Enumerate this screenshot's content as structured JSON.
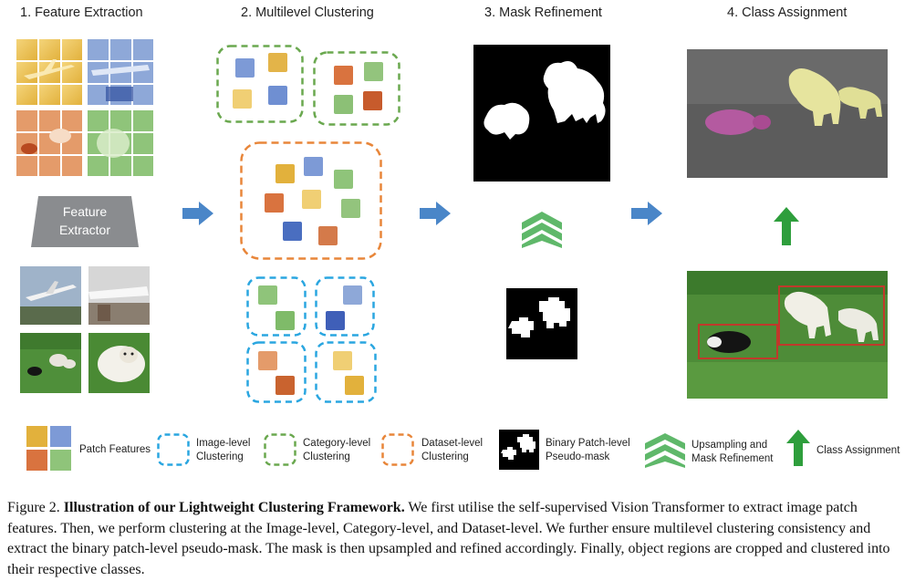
{
  "steps": {
    "s1": "1. Feature Extraction",
    "s2": "2. Multilevel Clustering",
    "s3": "3. Mask Refinement",
    "s4": "4. Class Assignment"
  },
  "extractor": {
    "line1": "Feature",
    "line2": "Extractor"
  },
  "legend": {
    "patch_features": "Patch Features",
    "image_level_1": "Image-level",
    "image_level_2": "Clustering",
    "category_level_1": "Category-level",
    "category_level_2": "Clustering",
    "dataset_level_1": "Dataset-level",
    "dataset_level_2": "Clustering",
    "binary_mask_1": "Binary Patch-level",
    "binary_mask_2": "Pseudo-mask",
    "upsampling_1": "Upsampling and",
    "upsampling_2": "Mask Refinement",
    "class_assignment": "Class Assignment"
  },
  "caption": {
    "figure_label": "Figure 2.",
    "title": "Illustration of our Lightweight Clustering Framework.",
    "body": " We first utilise the self-supervised Vision Transformer to extract image patch features. Then, we perform clustering at the Image-level, Category-level, and Dataset-level. We further ensure multilevel clustering consistency and extract the binary patch-level pseudo-mask. The mask is then upsampled and refined accordingly. Finally, object regions are cropped and clustered into their respective classes."
  },
  "colors": {
    "image_level": "#2aa6e0",
    "category_level": "#6aa84f",
    "dataset_level": "#e8863a",
    "arrow_blue": "#4a86c8",
    "chevron_green": "#5fb86a",
    "class_arrow_green": "#2e9e3c",
    "extractor_gray": "#8a8c8f",
    "box_red": "#c0392b"
  }
}
